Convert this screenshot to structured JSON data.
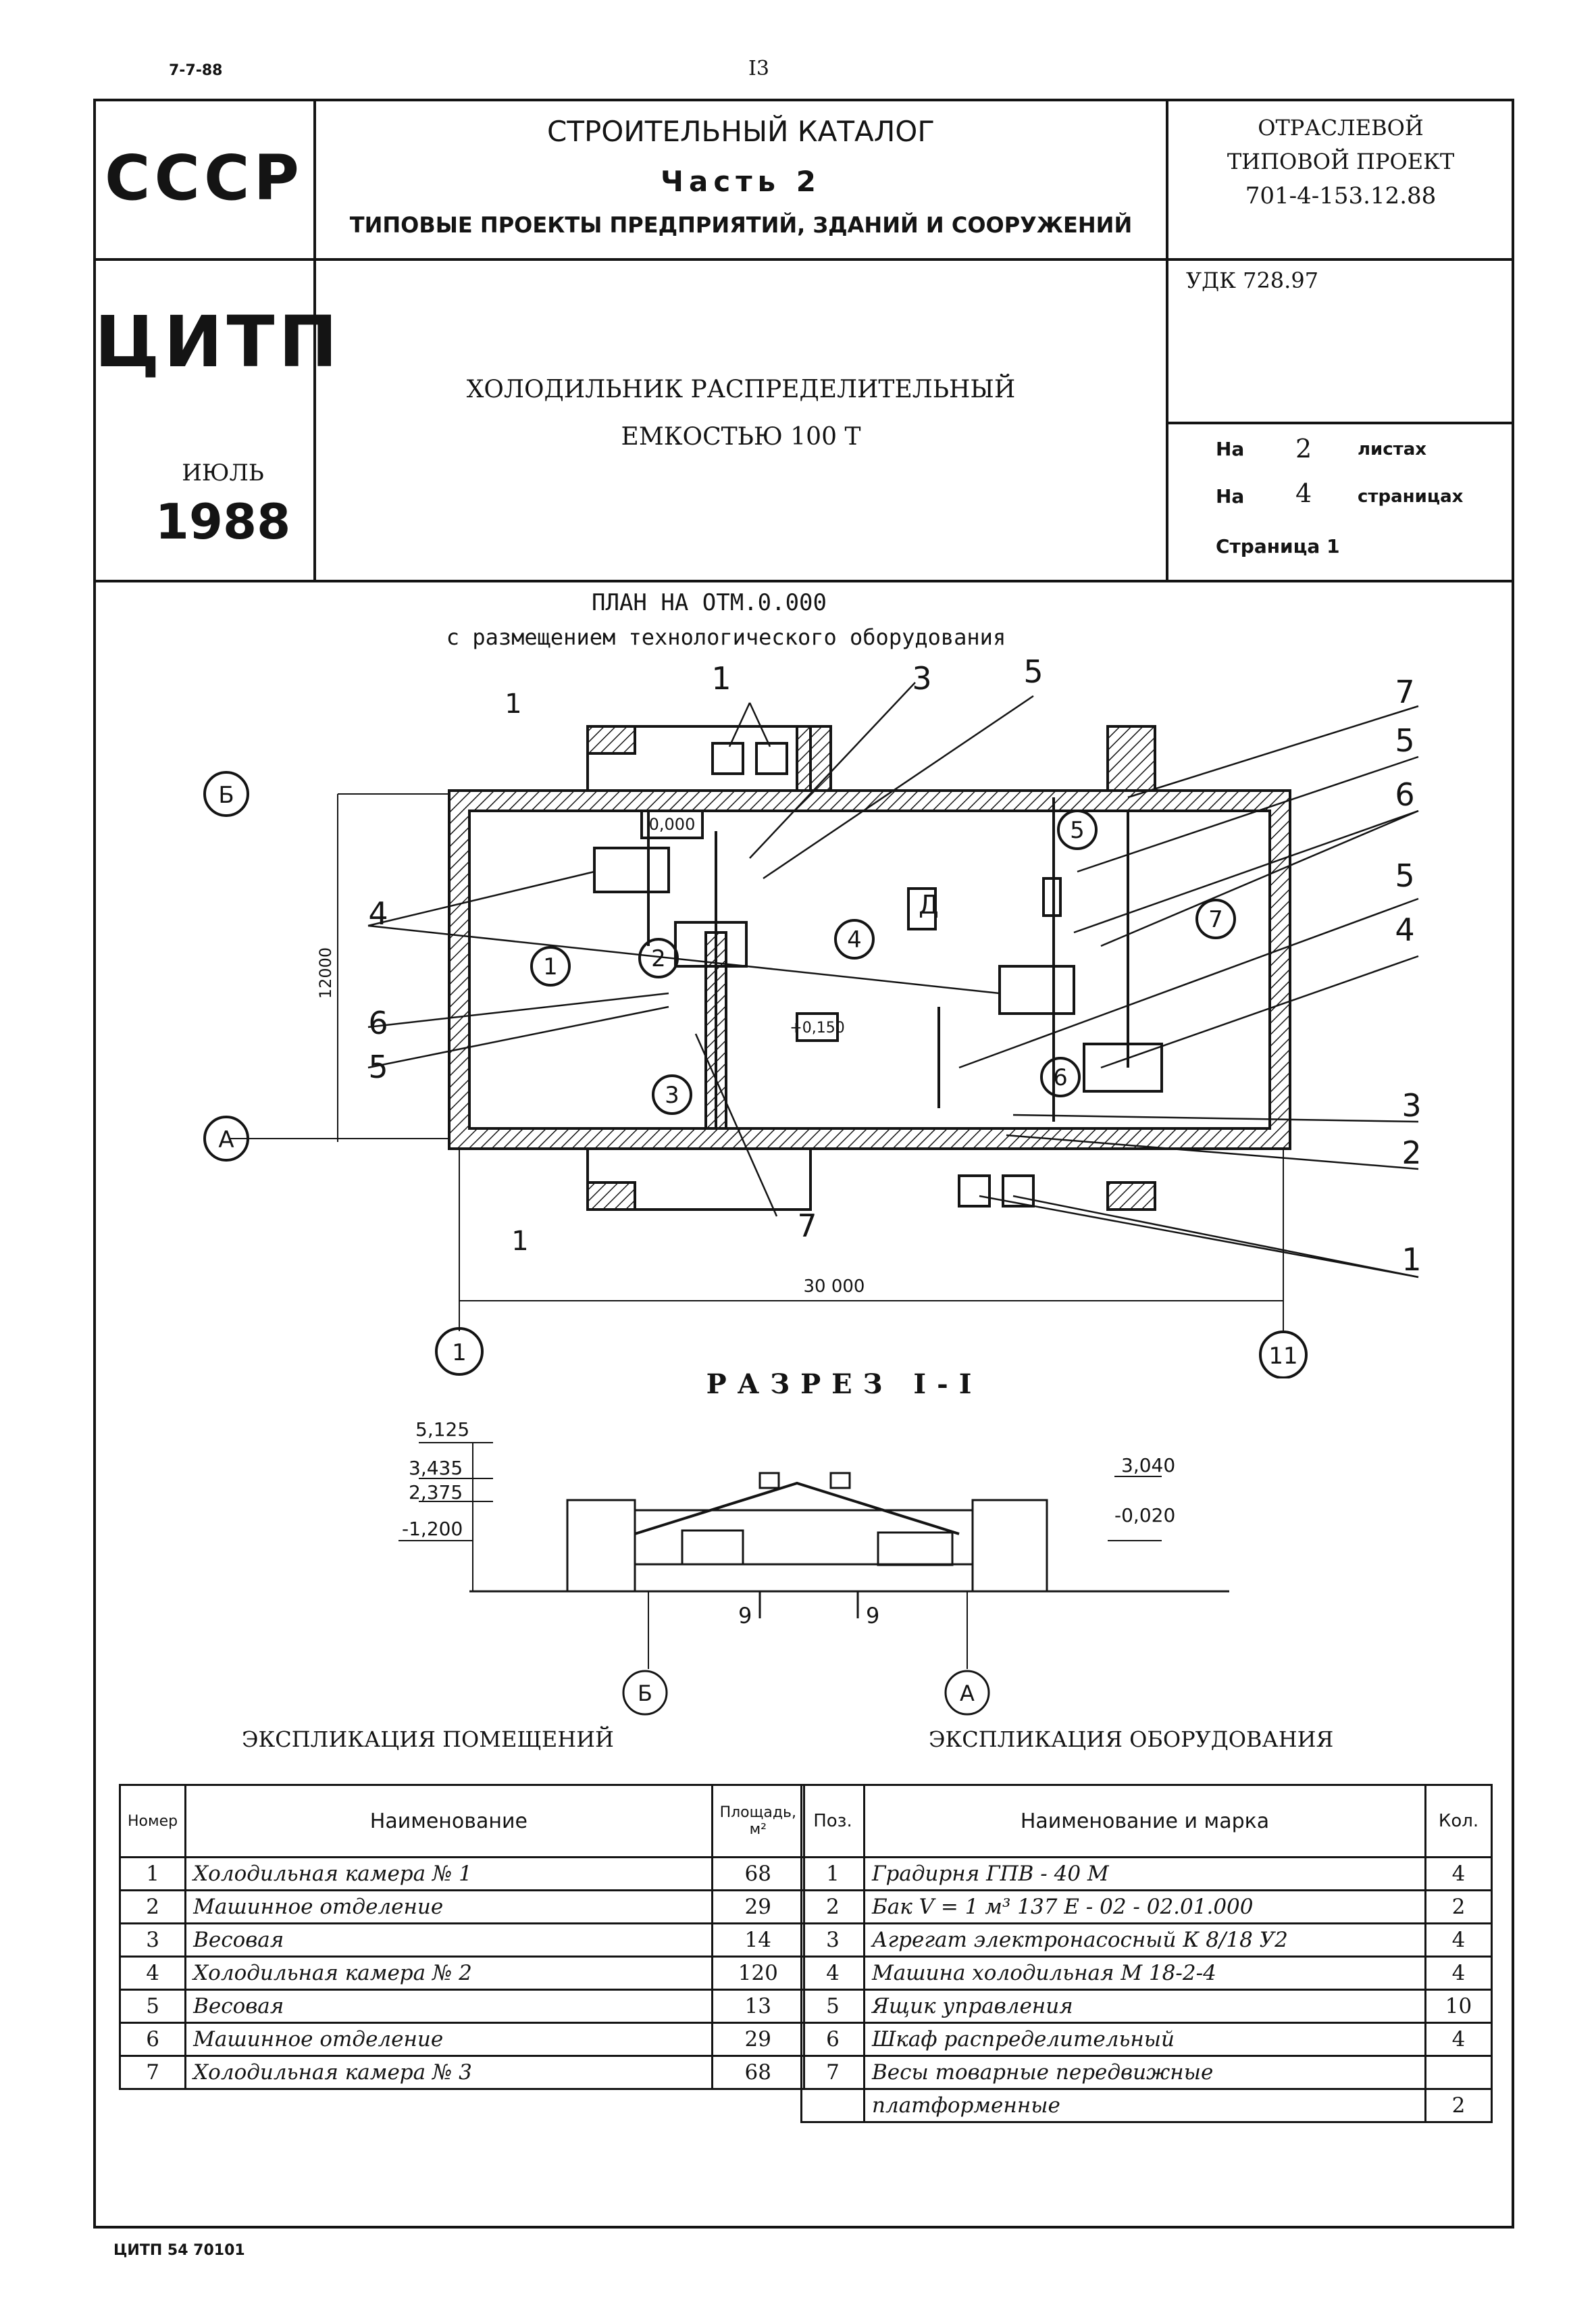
{
  "corner_code": "7-7-88",
  "page_number": "I3",
  "header": {
    "country": "СССР",
    "org": "ЦИТП",
    "month": "ИЮЛЬ",
    "year": "1988",
    "catalog_title": "СТРОИТЕЛЬНЫЙ КАТАЛОГ",
    "catalog_part": "Часть 2",
    "catalog_subtitle": "ТИПОВЫЕ ПРОЕКТЫ ПРЕДПРИЯТИЙ, ЗДАНИЙ И СООРУЖЕНИЙ",
    "project_type_1": "ОТРАСЛЕВОЙ",
    "project_type_2": "ТИПОВОЙ ПРОЕКТ",
    "project_number": "701-4-153.12.88",
    "udk": "УДК 728.97",
    "object_title_1": "ХОЛОДИЛЬНИК РАСПРЕДЕЛИТЕЛЬНЫЙ",
    "object_title_2": "ЕМКОСТЬЮ 100 Т",
    "sheets_prefix": "На",
    "sheets_count": "2",
    "sheets_label": "листах",
    "pages_prefix": "На",
    "pages_count": "4",
    "pages_label": "страницах",
    "page_label": "Страница 1"
  },
  "plan": {
    "title": "ПЛАН НА ОТМ.0.000",
    "subtitle": "с размещением технологического оборудования",
    "level_0": "0,000",
    "level_150": "+0,150",
    "room_d": "Д",
    "dim_width": "30 000",
    "dim_depth": "12000",
    "axis_b": "Б",
    "axis_a": "А",
    "axis_1": "1",
    "axis_11": "11",
    "section_mark": "1",
    "rooms": [
      "1",
      "2",
      "3",
      "4",
      "5",
      "6",
      "7"
    ],
    "callouts": [
      "1",
      "3",
      "5",
      "7",
      "5",
      "6",
      "5",
      "4",
      "3",
      "2",
      "1",
      "4",
      "6",
      "5",
      "7"
    ]
  },
  "section": {
    "title": "РАЗРЕЗ I-I",
    "levels": [
      "5,125",
      "3,435",
      "2,375",
      "-1,200",
      "3,040",
      "-0,020"
    ],
    "marks": [
      "9",
      "9"
    ],
    "axis_b": "Б",
    "axis_a": "А"
  },
  "rooms_table": {
    "title": "ЭКСПЛИКАЦИЯ ПОМЕЩЕНИЙ",
    "headers": [
      "Номер",
      "Наименование",
      "Площадь, м²"
    ],
    "rows": [
      [
        "1",
        "Холодильная камера № 1",
        "68"
      ],
      [
        "2",
        "Машинное отделение",
        "29"
      ],
      [
        "3",
        "Весовая",
        "14"
      ],
      [
        "4",
        "Холодильная камера № 2",
        "120"
      ],
      [
        "5",
        "Весовая",
        "13"
      ],
      [
        "6",
        "Машинное отделение",
        "29"
      ],
      [
        "7",
        "Холодильная камера № 3",
        "68"
      ]
    ]
  },
  "equipment_table": {
    "title": "ЭКСПЛИКАЦИЯ ОБОРУДОВАНИЯ",
    "headers": [
      "Поз.",
      "Наименование и марка",
      "Кол."
    ],
    "rows": [
      [
        "1",
        "Градирня ГПВ - 40 М",
        "4"
      ],
      [
        "2",
        "Бак V = 1 м³   137 Е - 02 - 02.01.000",
        "2"
      ],
      [
        "3",
        "Агрегат электронасосный К 8/18 У2",
        "4"
      ],
      [
        "4",
        "Машина холодильная  М 18-2-4",
        "4"
      ],
      [
        "5",
        "Ящик управления",
        "10"
      ],
      [
        "6",
        "Шкаф распределительный",
        "4"
      ],
      [
        "7",
        "Весы товарные передвижные",
        ""
      ],
      [
        "",
        "платформенные",
        "2"
      ]
    ]
  },
  "footer_code": "ЦИТП 54 70101"
}
